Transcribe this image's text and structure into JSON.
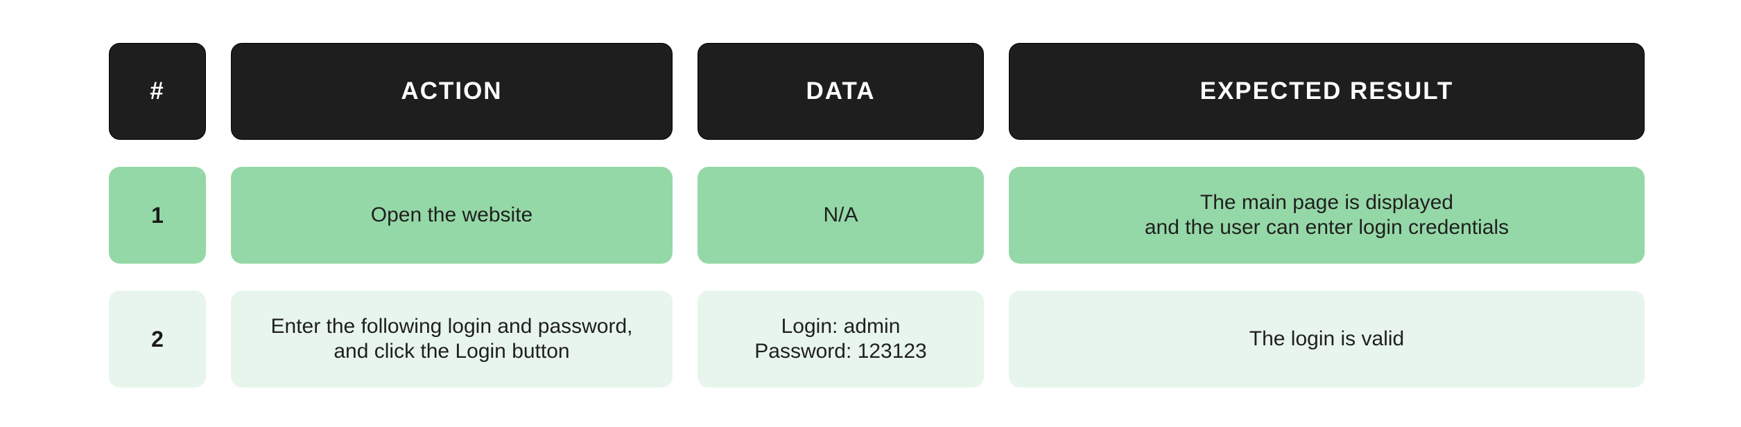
{
  "table": {
    "headers": [
      "#",
      "ACTION",
      "DATA",
      "EXPECTED RESULT"
    ],
    "rows": [
      {
        "num": "1",
        "action": "Open the website",
        "data": "N/A",
        "expected": "The main page is displayed\nand the user can enter login credentials"
      },
      {
        "num": "2",
        "action": "Enter the following login and password,\nand click the Login button",
        "data": "Login: admin\nPassword: 123123",
        "expected": "The login is valid"
      }
    ]
  },
  "colors": {
    "header_bg": "#1e1e1e",
    "header_text": "#ffffff",
    "row1_bg": "#95d8a7",
    "row2_bg": "#e8f5ec"
  }
}
